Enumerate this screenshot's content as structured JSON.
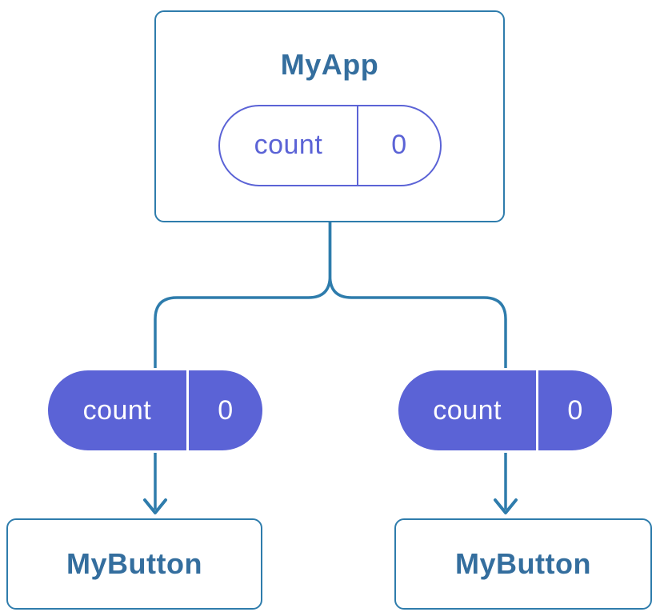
{
  "colors": {
    "line": "#2e7cac",
    "title": "#346e9e",
    "purple": "#5b63d6",
    "card-bg": "#ffffff",
    "canvas-bg": "#ffffff"
  },
  "root": {
    "title": "MyApp",
    "state": {
      "name": "count",
      "value": "0"
    }
  },
  "children": [
    {
      "title": "MyButton",
      "prop": {
        "name": "count",
        "value": "0"
      }
    },
    {
      "title": "MyButton",
      "prop": {
        "name": "count",
        "value": "0"
      }
    }
  ]
}
